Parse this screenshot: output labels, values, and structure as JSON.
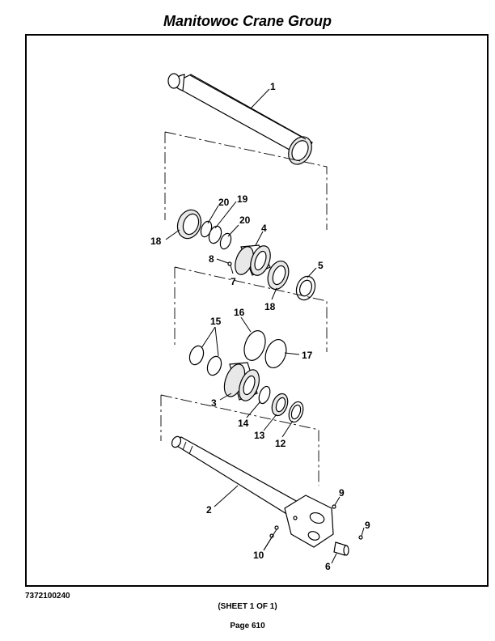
{
  "header": {
    "title": "Manitowoc Crane Group"
  },
  "diagram": {
    "callouts": {
      "c1": "1",
      "c2": "2",
      "c3": "3",
      "c4": "4",
      "c5": "5",
      "c6": "6",
      "c7": "7",
      "c8": "8",
      "c9a": "9",
      "c9b": "9",
      "c10": "10",
      "c12": "12",
      "c13": "13",
      "c14": "14",
      "c15": "15",
      "c16": "16",
      "c17": "17",
      "c18a": "18",
      "c18b": "18",
      "c19": "19",
      "c20a": "20",
      "c20b": "20"
    }
  },
  "footer": {
    "doc_number": "7372100240",
    "sheet": "(SHEET 1 OF 1)",
    "page": "Page 610"
  }
}
